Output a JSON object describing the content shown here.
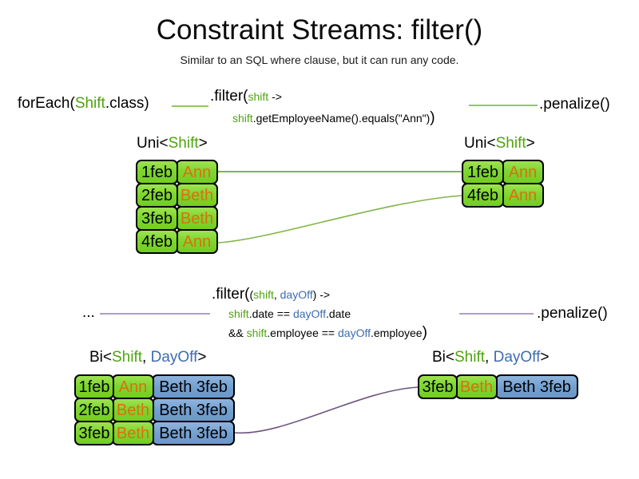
{
  "title": "Constraint Streams: filter()",
  "subtitle": "Similar to an SQL where clause, but it can run any code.",
  "colors": {
    "shift_green_text": "#4fa30f",
    "dayoff_blue_text": "#3d6cb1",
    "employee_orange_text": "#dd6f0e",
    "green_cell_fill": "#7ed62f",
    "blue_cell_fill": "#729fcf",
    "code_connector_green": "#6cb52d",
    "table_connector_green": "#82b54b",
    "purple_connector": "#957fae",
    "purple_curve": "#6e5480"
  },
  "code_block_1": {
    "foreach_prefix": "forEach(",
    "foreach_type": "Shift",
    "foreach_suffix": ".class)",
    "filter_call": ".filter(",
    "lambda_param": "shift",
    "lambda_arrow": " ->",
    "body_var": "shift",
    "body_rest": ".getEmployeeName().equals(\"Ann\")",
    "closing_paren": ")",
    "penalize": ".penalize()"
  },
  "code_block_2": {
    "ellipsis": "...",
    "filter_call": ".filter(",
    "params_open": "(",
    "param_shift": "shift",
    "params_comma": ", ",
    "param_dayoff": "dayOff",
    "params_close": ") ->",
    "line2_shift": "shift",
    "line2_mid": ".date == ",
    "line2_dayoff": "dayOff",
    "line2_end": ".date",
    "line3_and": "&& ",
    "line3_shift": "shift",
    "line3_mid": ".employee == ",
    "line3_dayoff": "dayOff",
    "line3_end": ".employee",
    "closing_paren": ")",
    "penalize": ".penalize()"
  },
  "stream_labels": {
    "uni_prefix": "Uni<",
    "uni_type": "Shift",
    "uni_suffix": ">",
    "bi_prefix": "Bi<",
    "bi_type1": "Shift",
    "bi_comma": ", ",
    "bi_type2": "DayOff",
    "bi_suffix": ">"
  },
  "tables": {
    "top_left": {
      "rows": [
        {
          "date": "1feb",
          "name": "Ann"
        },
        {
          "date": "2feb",
          "name": "Beth"
        },
        {
          "date": "3feb",
          "name": "Beth"
        },
        {
          "date": "4feb",
          "name": "Ann"
        }
      ]
    },
    "top_right": {
      "rows": [
        {
          "date": "1feb",
          "name": "Ann"
        },
        {
          "date": "4feb",
          "name": "Ann"
        }
      ]
    },
    "bottom_left": {
      "rows": [
        {
          "date": "1feb",
          "name": "Ann",
          "dayoff": "Beth 3feb"
        },
        {
          "date": "2feb",
          "name": "Beth",
          "dayoff": "Beth 3feb"
        },
        {
          "date": "3feb",
          "name": "Beth",
          "dayoff": "Beth 3feb"
        }
      ]
    },
    "bottom_right": {
      "rows": [
        {
          "date": "3feb",
          "name": "Beth",
          "dayoff": "Beth 3feb"
        }
      ]
    }
  }
}
